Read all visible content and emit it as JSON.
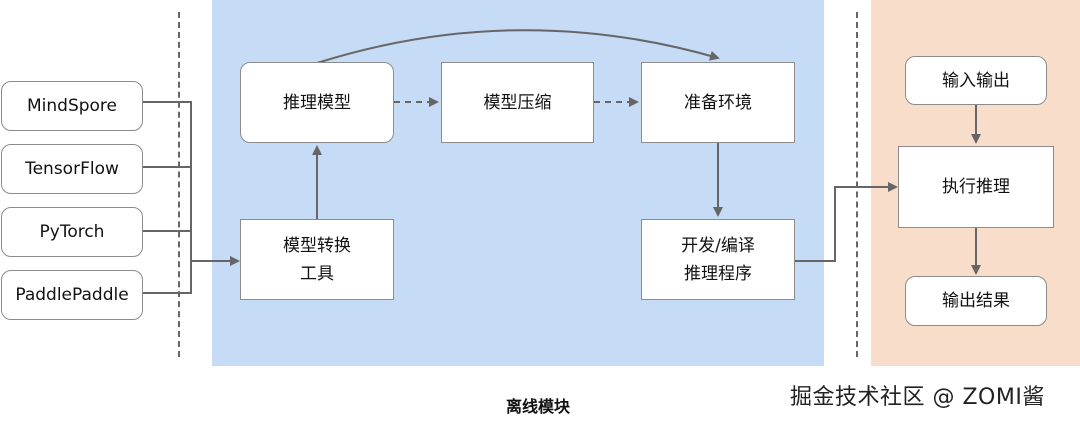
{
  "frameworks": [
    "MindSpore",
    "TensorFlow",
    "PyTorch",
    "PaddlePaddle"
  ],
  "offline": {
    "caption": "离线模块",
    "convert_tool": [
      "模型转换",
      "工具"
    ],
    "inference_model": "推理模型",
    "compression": "模型压缩",
    "prepare_env": "准备环境",
    "dev_compile": [
      "开发/编译",
      "推理程序"
    ]
  },
  "runtime": {
    "io": "输入输出",
    "execute": "执行推理",
    "output": "输出结果"
  },
  "watermark": "掘金技术社区 @ ZOMI酱",
  "colors": {
    "offline_panel": "#c6dcf6",
    "runtime_panel": "#f9ddcb",
    "node_border": "#8c8c8c",
    "arrow": "#666666"
  }
}
